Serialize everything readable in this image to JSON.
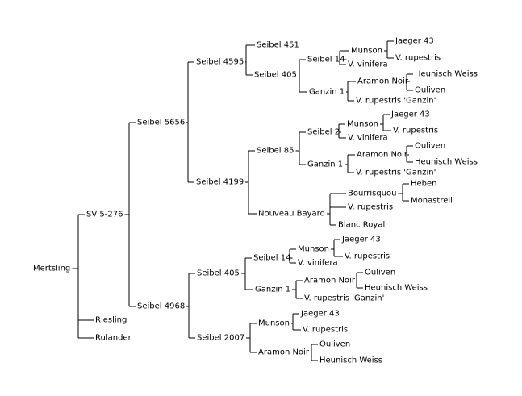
{
  "pedigree": {
    "root": "Mertsling",
    "n": {
      "sv5276": "SV 5-276",
      "riesling": "Riesling",
      "rulander": "Rulander",
      "seibel5656": "Seibel 5656",
      "seibel4968": "Seibel 4968",
      "seibel4595": "Seibel 4595",
      "seibel4199": "Seibel 4199",
      "seibel451": "Seibel 451",
      "seibel405_a": "Seibel 405",
      "seibel14_a": "Seibel 14",
      "ganzin1_a": "Ganzin 1",
      "munson_a": "Munson",
      "vvinifera_a": "V. vinifera",
      "jaeger43_a": "Jaeger 43",
      "vrupestris_a": "V. rupestris",
      "aramon_a": "Aramon Noir",
      "vrupganzin_a": "V. rupestris 'Ganzin'",
      "heunisch_a": "Heunisch Weiss",
      "ouliven_a": "Ouliven",
      "seibel85": "Seibel 85",
      "nouveaubayard": "Nouveau Bayard",
      "seibel2": "Seibel 2",
      "ganzin1_b": "Ganzin 1",
      "munson_b": "Munson",
      "vvinifera_b": "V. vinifera",
      "jaeger43_b": "Jaeger 43",
      "vrupestris_b": "V. rupestris",
      "aramon_b": "Aramon Noir",
      "vrupganzin_b": "V. rupestris 'Ganzin'",
      "ouliven_b": "Ouliven",
      "heunisch_b": "Heunisch Weiss",
      "bourrisquou": "Bourrisquou",
      "vrupestris_c": "V. rupestris",
      "blancroyal": "Blanc Royal",
      "heben": "Heben",
      "monastrell": "Monastrell",
      "seibel405_b": "Seibel 405",
      "seibel2007": "Seibel 2007",
      "seibel14_b": "Seibel 14",
      "ganzin1_c": "Ganzin 1",
      "munson_c": "Munson",
      "vvinifera_c": "V. vinifera",
      "jaeger43_c": "Jaeger 43",
      "vrupestris_d": "V. rupestris",
      "aramon_c": "Aramon Noir",
      "vrupganzin_c": "V. rupestris 'Ganzin'",
      "ouliven_c": "Ouliven",
      "heunisch_c": "Heunisch Weiss",
      "munson_d": "Munson",
      "aramon_d": "Aramon Noir",
      "jaeger43_d": "Jaeger 43",
      "vrupestris_e": "V. rupestris",
      "ouliven_d": "Ouliven",
      "heunisch_d": "Heunisch Weiss"
    }
  }
}
